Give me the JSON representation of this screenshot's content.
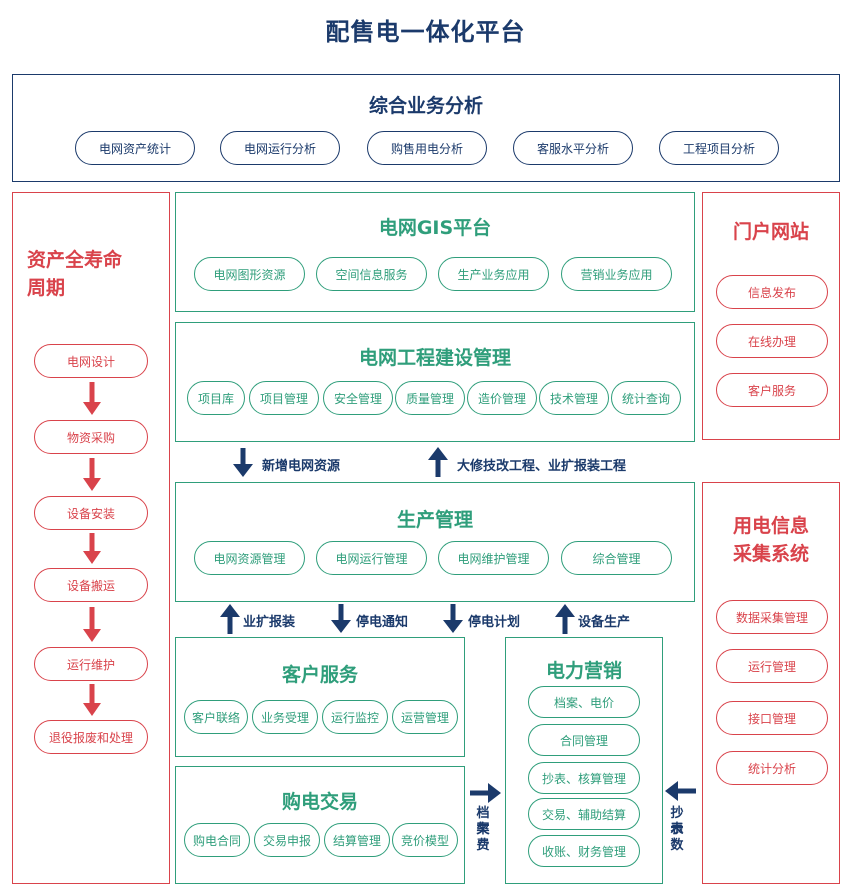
{
  "page": {
    "title": "配售电一体化平台"
  },
  "analysis": {
    "title": "综合业务分析",
    "items": [
      "电网资产统计",
      "电网运行分析",
      "购售用电分析",
      "客服水平分析",
      "工程项目分析"
    ]
  },
  "lifecycle": {
    "title_line1": "资产全寿命",
    "title_line2": "周期",
    "steps": [
      "电网设计",
      "物资采购",
      "设备安装",
      "设备搬运",
      "运行维护",
      "退役报废和处理"
    ]
  },
  "gis": {
    "title": "电网GIS平台",
    "items": [
      "电网图形资源",
      "空间信息服务",
      "生产业务应用",
      "营销业务应用"
    ]
  },
  "engineering": {
    "title": "电网工程建设管理",
    "items": [
      "项目库",
      "项目管理",
      "安全管理",
      "质量管理",
      "造价管理",
      "技术管理",
      "统计查询"
    ]
  },
  "flows": {
    "new_resource": "新增电网资源",
    "overhaul": "大修技改工程、业扩报装工程",
    "expansion": "业扩报装",
    "outage_notice": "停电通知",
    "outage_plan": "停电计划",
    "equipment_production": "设备生产",
    "archive_fee_line1": "档案",
    "archive_fee_line2": "欠费",
    "meter_line1": "抄表",
    "meter_line2": "示数"
  },
  "production": {
    "title": "生产管理",
    "items": [
      "电网资源管理",
      "电网运行管理",
      "电网维护管理",
      "综合管理"
    ]
  },
  "customer_service": {
    "title": "客户服务",
    "items": [
      "客户联络",
      "业务受理",
      "运行监控",
      "运营管理"
    ]
  },
  "power_purchase": {
    "title": "购电交易",
    "items": [
      "购电合同",
      "交易申报",
      "结算管理",
      "竞价模型"
    ]
  },
  "marketing": {
    "title": "电力营销",
    "items": [
      "档案、电价",
      "合同管理",
      "抄表、核算管理",
      "交易、辅助结算",
      "收账、财务管理"
    ]
  },
  "portal": {
    "title": "门户网站",
    "items": [
      "信息发布",
      "在线办理",
      "客户服务"
    ]
  },
  "collection": {
    "title_line1": "用电信息",
    "title_line2": "采集系统",
    "items": [
      "数据采集管理",
      "运行管理",
      "接口管理",
      "统计分析"
    ]
  },
  "colors": {
    "blue": "#1b3a6b",
    "red": "#d9434b",
    "green": "#2f9e7b"
  }
}
